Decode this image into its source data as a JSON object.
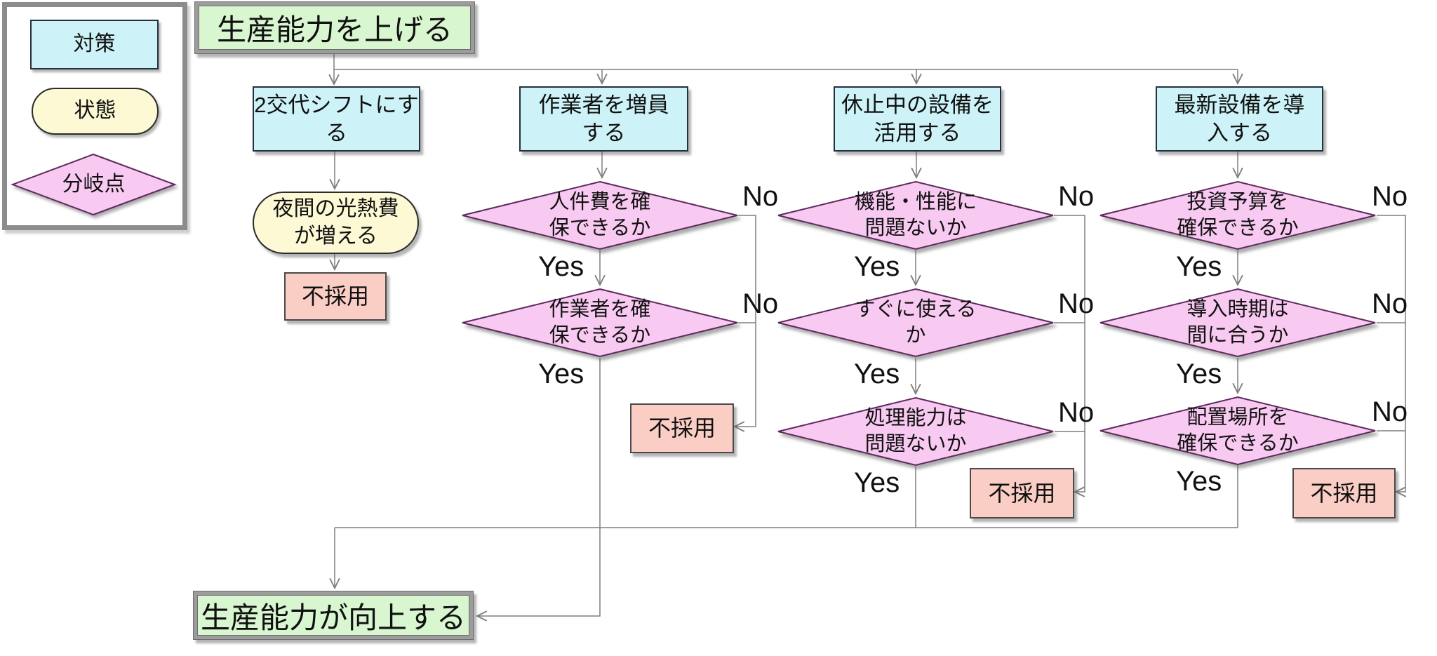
{
  "title": "生産能力を上げる",
  "goal": "生産能力が向上する",
  "legend": {
    "items": [
      {
        "label": "対策",
        "shape": "rect"
      },
      {
        "label": "状態",
        "shape": "stadium"
      },
      {
        "label": "分岐点",
        "shape": "diamond"
      }
    ]
  },
  "labels": {
    "yes": "Yes",
    "no": "No"
  },
  "branches": [
    {
      "action": "2交代シフトにす\nる",
      "state": "夜間の光熱費\nが増える",
      "result": "不採用"
    },
    {
      "action": "作業者を増員\nする",
      "decisions": [
        "人件費を確\n保できるか",
        "作業者を確\n保できるか"
      ],
      "result": "不採用"
    },
    {
      "action": "休止中の設備を\n活用する",
      "decisions": [
        "機能・性能に\n問題ないか",
        "すぐに使える\nか",
        "処理能力は\n問題ないか"
      ],
      "result": "不採用"
    },
    {
      "action": "最新設備を導\n入する",
      "decisions": [
        "投資予算を\n確保できるか",
        "導入時期は\n間に合うか",
        "配置場所を\n確保できるか"
      ],
      "result": "不採用"
    }
  ],
  "colors": {
    "action_fill": "#cdf2f7",
    "state_fill": "#fcf9d4",
    "decision_fill": "#f8c9f1",
    "decision_stroke": "#5e2a5e",
    "reject_fill": "#facdc5",
    "goal_fill": "#d8f6d0",
    "wire": "#7f7f7f"
  }
}
